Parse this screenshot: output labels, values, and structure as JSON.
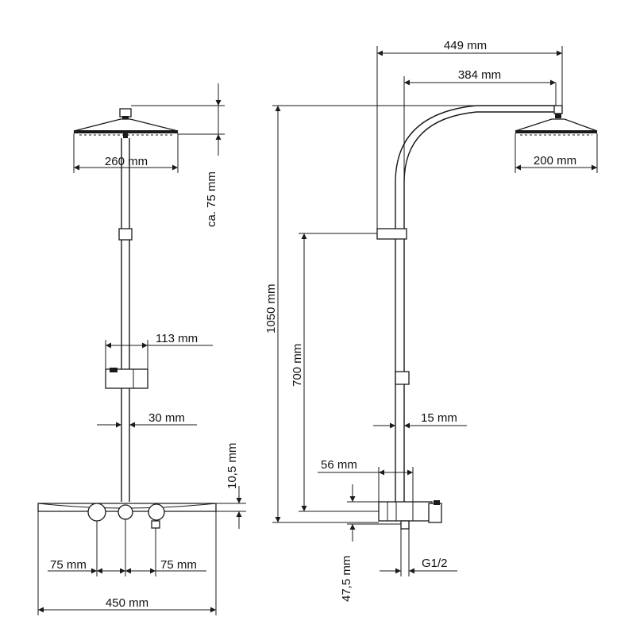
{
  "front_view": {
    "head_width": "260 mm",
    "head_height": "ca. 75 mm",
    "bracket_width": "113 mm",
    "pipe_diameter": "30 mm",
    "shelf_thickness": "10,5 mm",
    "knob_spacing_left": "75 mm",
    "knob_spacing_right": "75 mm",
    "total_width": "450 mm"
  },
  "side_view": {
    "arm_reach": "449 mm",
    "arm_inner": "384 mm",
    "head_diameter": "200 mm",
    "total_height": "1050 mm",
    "mixer_to_slider": "700 mm",
    "pipe_diameter": "15 mm",
    "wall_offset": "56 mm",
    "inlet_height": "47,5 mm",
    "thread": "G1/2"
  }
}
